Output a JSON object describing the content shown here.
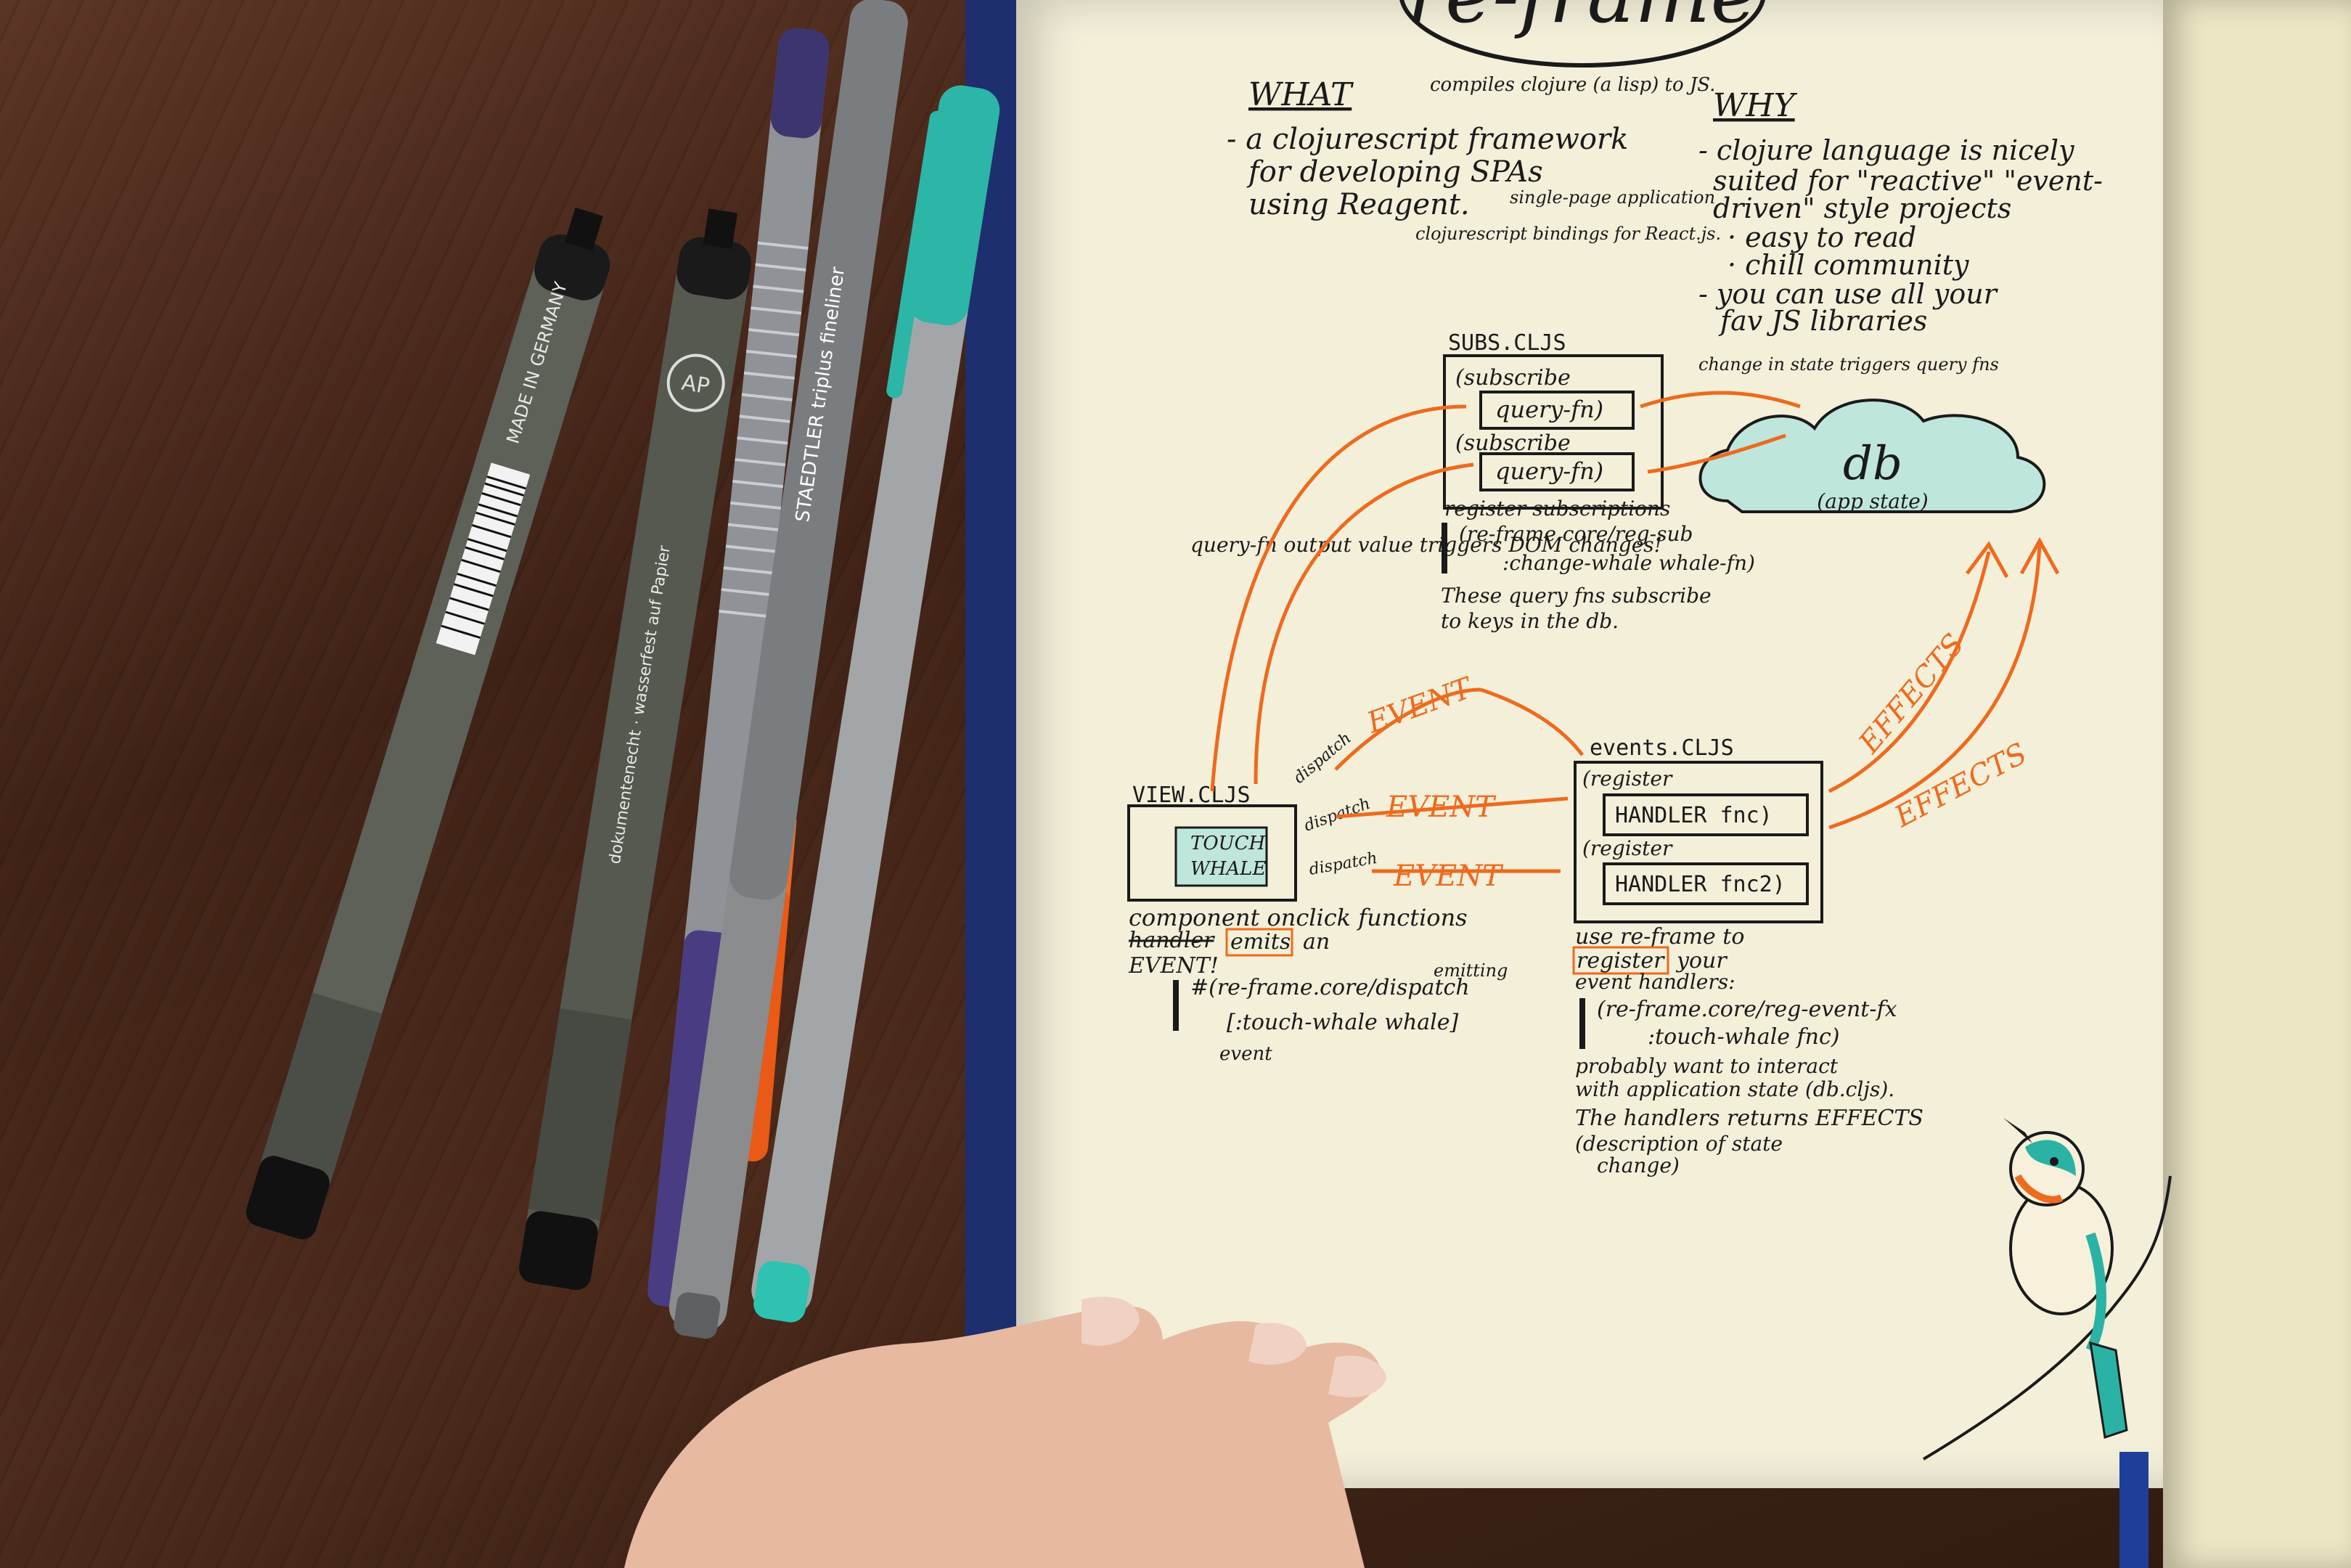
{
  "notebook": {
    "title": "re-frame",
    "what": {
      "heading": "WHAT",
      "compiles_note": "compiles clojure (a lisp) to JS.",
      "line1": "- a clojurescript framework",
      "line2": "for developing SPAs",
      "line3": "using Reagent.",
      "spa_note": "single-page application",
      "reagent_note": "clojurescript bindings for React.js."
    },
    "why": {
      "heading": "WHY",
      "line1": "- clojure language is nicely",
      "line2": "suited for \"reactive\" \"event-",
      "line3": "driven\" style projects",
      "line4": "· easy to read",
      "line5": "· chill community",
      "line6": "- you can use all your",
      "line7": "fav JS libraries"
    },
    "subs": {
      "title": "SUBS.CLJS",
      "subscribe1": "(subscribe",
      "query1": "query-fn)",
      "subscribe2": "(subscribe",
      "query2": "query-fn)",
      "register": "register subscriptions",
      "reg_sub": "(re-frame.core/reg-sub",
      "change_whale": ":change-whale whale-fn)",
      "note1": "These query fns subscribe",
      "note2": "to keys in the db."
    },
    "change_note": "change in state triggers query fns",
    "db": {
      "label": "db",
      "sub": "(app state)"
    },
    "query_output_note": "query-fn output value triggers DOM changes!",
    "view": {
      "title": "VIEW.CLJS",
      "touch": "TOUCH",
      "whale": "WHALE",
      "component": "component onclick functions",
      "handler": "handler",
      "emits": "emits",
      "an": "an",
      "event": "EVENT!",
      "dispatch": "#(re-frame.core/dispatch",
      "touch_whale": "[:touch-whale whale]",
      "emitting": "emitting",
      "event_label": "event"
    },
    "dispatch_labels": [
      "dispatch",
      "dispatch",
      "dispatch"
    ],
    "event_arrows": [
      "EVENT",
      "EVENT",
      "EVENT"
    ],
    "effects_arrows": [
      "EFFECTS",
      "EFFECTS"
    ],
    "events": {
      "title": "events.CLJS",
      "register1": "(register",
      "handler1": "HANDLER fnc)",
      "register2": "(register",
      "handler2": "HANDLER fnc2)",
      "use_line1": "use re-frame to",
      "register_word": "register",
      "your": "your",
      "use_line2": "event handlers:",
      "reg_event": "(re-frame.core/reg-event-fx",
      "state_fnc": ":touch-whale fnc)",
      "note1": "probably want to interact",
      "note2": "with application state (db.cljs).",
      "note3": "The handlers returns EFFECTS",
      "note4": "(description of state",
      "note5": "change)"
    }
  },
  "pens": [
    {
      "brand_text": "MADE IN GERMANY",
      "color": "#5d6158"
    },
    {
      "brand_text": "dokumentenecht · wasserfest auf Papier",
      "color": "#55594f"
    },
    {
      "brand_text": "STAEDTLER triplus fineliner",
      "color": "#8a8c8e"
    },
    {
      "brand_text": "",
      "color": "#9a9da0"
    }
  ],
  "colors": {
    "ink": "#1a1a1a",
    "orange": "#ee6a1e",
    "teal": "#2ab3a4",
    "paper": "#f3efd9",
    "cover": "#1d2f6e"
  }
}
